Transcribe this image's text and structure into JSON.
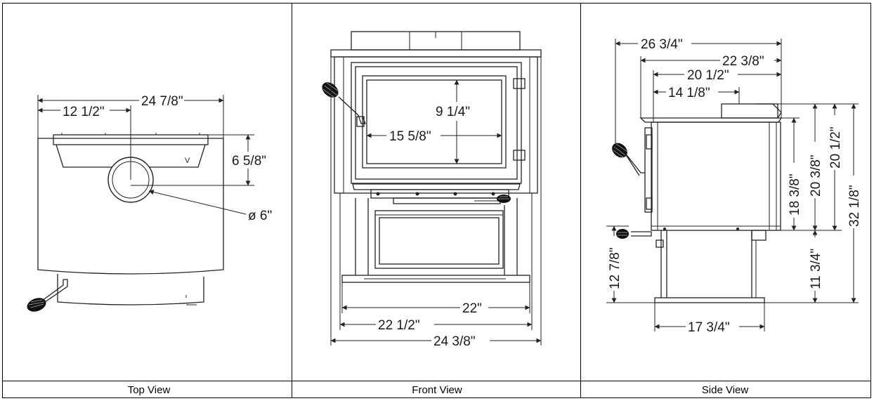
{
  "views": {
    "top": {
      "caption": "Top View",
      "dims": {
        "overall_width": "24 7/8\"",
        "flue_offset": "12 1/2\"",
        "flue_depth": "6 5/8\"",
        "flue_diameter": "ø 6\""
      }
    },
    "front": {
      "caption": "Front View",
      "dims": {
        "door_height": "9 1/4\"",
        "door_width": "15 5/8\"",
        "base_width": "22\"",
        "body_width": "22 1/2\"",
        "overall_width": "24 3/8\""
      }
    },
    "side": {
      "caption": "Side View",
      "dims": {
        "overall_depth": "26 3/4\"",
        "body_depth": "22 3/8\"",
        "flue_depth": "20 1/2\"",
        "flue_collar": "14 1/8\"",
        "firebox_height": "18 3/8\"",
        "body_height": "20 3/8\"",
        "top_height": "20 1/2\"",
        "overall_height": "32 1/8\"",
        "pedestal_height": "11 3/4\"",
        "handle_height": "12 7/8\"",
        "pedestal_depth": "17 3/4\""
      }
    }
  }
}
